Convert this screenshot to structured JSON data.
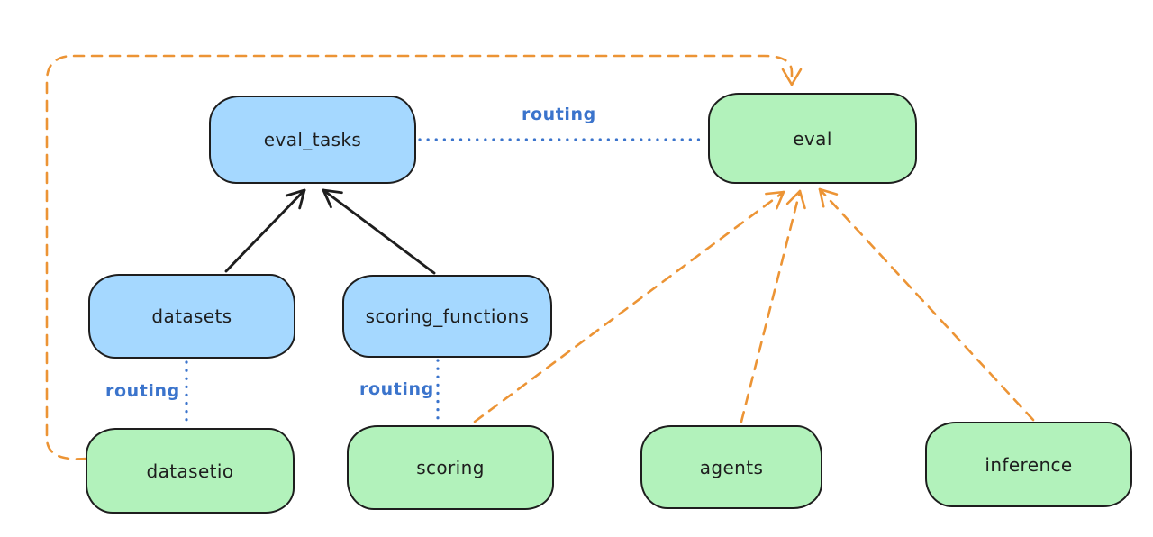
{
  "diagram": {
    "nodes": [
      {
        "id": "eval_tasks",
        "label": "eval_tasks",
        "fill": "blue"
      },
      {
        "id": "eval",
        "label": "eval",
        "fill": "green"
      },
      {
        "id": "datasets",
        "label": "datasets",
        "fill": "blue"
      },
      {
        "id": "scoring_functions",
        "label": "scoring_functions",
        "fill": "blue"
      },
      {
        "id": "datasetio",
        "label": "datasetio",
        "fill": "green"
      },
      {
        "id": "scoring",
        "label": "scoring",
        "fill": "green"
      },
      {
        "id": "agents",
        "label": "agents",
        "fill": "green"
      },
      {
        "id": "inference",
        "label": "inference",
        "fill": "green"
      }
    ],
    "edges": [
      {
        "from": "eval_tasks",
        "to": "eval",
        "style": "dotted",
        "color": "blue",
        "label": "routing"
      },
      {
        "from": "datasets",
        "to": "eval_tasks",
        "style": "solid-arrow",
        "color": "black"
      },
      {
        "from": "scoring_functions",
        "to": "eval_tasks",
        "style": "solid-arrow",
        "color": "black"
      },
      {
        "from": "datasets",
        "to": "datasetio",
        "style": "dotted",
        "color": "blue",
        "label": "routing"
      },
      {
        "from": "scoring_functions",
        "to": "scoring",
        "style": "dotted",
        "color": "blue",
        "label": "routing"
      },
      {
        "from": "datasetio",
        "to": "eval",
        "style": "dashed-arrow",
        "color": "orange"
      },
      {
        "from": "scoring",
        "to": "eval",
        "style": "dashed-arrow",
        "color": "orange"
      },
      {
        "from": "agents",
        "to": "eval",
        "style": "dashed-arrow",
        "color": "orange"
      },
      {
        "from": "inference",
        "to": "eval",
        "style": "dashed-arrow",
        "color": "orange"
      }
    ],
    "colors": {
      "blue_node_fill": "#a5d8ff",
      "green_node_fill": "#b2f2bb",
      "node_stroke": "#1e1e1e",
      "solid_arrow": "#1e1e1e",
      "dashed_arrow_orange": "#ec9435",
      "routing_blue": "#3b74cc",
      "background": "#ffffff"
    }
  }
}
